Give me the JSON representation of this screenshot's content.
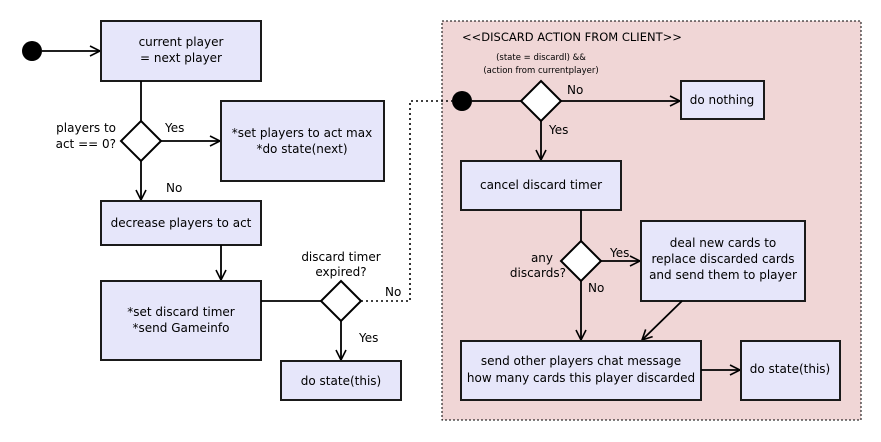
{
  "region": {
    "title": "<<DISCARD ACTION FROM CLIENT>>"
  },
  "nodes": {
    "current_player": [
      "current player",
      "= next player"
    ],
    "set_players_max": [
      "*set players to act max",
      "*do state(next)"
    ],
    "decrease_players": [
      "decrease players to act"
    ],
    "set_discard_timer": [
      "*set discard timer",
      "*send Gameinfo"
    ],
    "do_state_this_left": [
      "do state(this)"
    ],
    "do_nothing": [
      "do nothing"
    ],
    "cancel_discard_timer": [
      "cancel discard timer"
    ],
    "deal_new_cards": [
      "deal new cards to",
      "replace discarded cards",
      "and send them to player"
    ],
    "send_chat": [
      "send other players chat message",
      "how many cards this player discarded"
    ],
    "do_state_this_right": [
      "do state(this)"
    ]
  },
  "decisions": {
    "players_to_act_zero": [
      "players to",
      "act == 0?"
    ],
    "discard_timer_expired": [
      "discard timer",
      "expired?"
    ],
    "state_action_condition": [
      "(state = discardl) &&",
      "(action from currentplayer)"
    ],
    "any_discards": [
      "any",
      "discards?"
    ]
  },
  "edge_labels": {
    "zero_yes": "Yes",
    "zero_no": "No",
    "expired_yes": "Yes",
    "expired_no": "No",
    "cond_no": "No",
    "cond_yes": "Yes",
    "discards_yes": "Yes",
    "discards_no": "No"
  }
}
